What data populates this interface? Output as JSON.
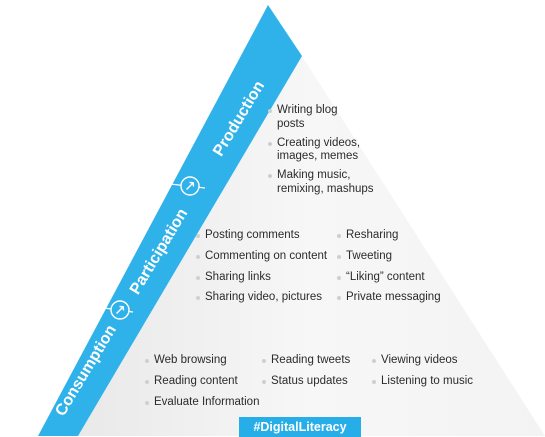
{
  "levels": [
    {
      "name": "Production",
      "items": [
        "Writing blog posts",
        "Creating videos, images, memes",
        "Making music, remixing, mashups"
      ]
    },
    {
      "name": "Participation",
      "columns": [
        [
          "Posting comments",
          "Commenting on content",
          "Sharing links",
          "Sharing video, pictures"
        ],
        [
          "Resharing",
          "Tweeting",
          "“Liking” content",
          "Private messaging"
        ]
      ]
    },
    {
      "name": "Consumption",
      "columns": [
        [
          "Web browsing",
          "Reading content",
          "Evaluate Information"
        ],
        [
          "Reading tweets",
          "Status updates"
        ],
        [
          "Viewing videos",
          "Listening to music"
        ]
      ]
    }
  ],
  "hashtag": "#DigitalLiteracy",
  "colors": {
    "band": "#2fb1e9",
    "band_dark": "#1993cc",
    "triangle": "#f4f4f4",
    "accent": "#27aee8"
  },
  "icons": [
    "arrow-up-right-icon",
    "arrow-up-right-icon"
  ]
}
